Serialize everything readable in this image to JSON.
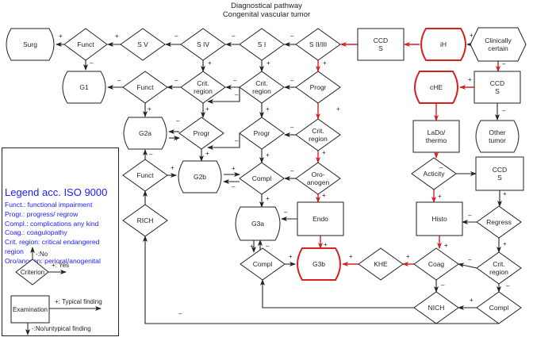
{
  "title": {
    "line1": "Diagnostical pathway",
    "line2": "Congenital vascular tumor"
  },
  "colors": {
    "highlight": "#d62020",
    "line": "#222222",
    "legend_text": "#1a1aff"
  },
  "nodes": {
    "surg": "Surg",
    "funct_top": "Funct",
    "s5": "S V",
    "s4": "S IV",
    "s1": "S I",
    "s23": "S II/III",
    "ccd_top": [
      "CCD",
      "S"
    ],
    "ih": "iH",
    "clinically": [
      "Clinically",
      "certain"
    ],
    "g1": "G1",
    "funct_mid": "Funct",
    "crit_s4": [
      "Crit.",
      "region"
    ],
    "crit_s1": [
      "Crit.",
      "region"
    ],
    "progr_s23": "Progr",
    "che": "cHE",
    "ccd_mid": [
      "CCD",
      "S"
    ],
    "g2a": "G2a",
    "progr_s4": "Progr",
    "progr_s1": "Progr",
    "crit_s23": [
      "Crit.",
      "region"
    ],
    "lado": [
      "LaDo/",
      "thermo"
    ],
    "other": [
      "Other",
      "tumor"
    ],
    "funct_low": "Funct",
    "g2b": "G2b",
    "compl_s1": "Compl",
    "oroanogen": [
      "Oro-",
      "anogen"
    ],
    "activity": "Acticity",
    "ccd_low": [
      "CCD",
      "S"
    ],
    "rich": "RICH",
    "g3a": "G3a",
    "endo": "Endo",
    "histo": "Histo",
    "regress": "Regress",
    "compl_g3": "Compl",
    "g3b": "G3b",
    "khe": "KHE",
    "coag": "Coag",
    "crit_right": [
      "Crit.",
      "region"
    ],
    "nich": "NICH",
    "compl_right": "Compl"
  },
  "legend": {
    "title": "Legend acc. ISO 9000",
    "items": [
      "Funct.: functional impairment",
      "Progr.: progress/ regrow",
      "Compl.: complications any kind",
      "Coag.: coagulopathy",
      "Crit. region: critical endangered region",
      "Oro/anogen: perioral/anogenital"
    ],
    "criterion": "Criterion",
    "criterion_no": "-:No",
    "criterion_yes": "+: Yes",
    "examination": "Examination",
    "exam_yes": "+: Typical finding",
    "exam_no": "-:No/untypical finding"
  },
  "signs": {
    "plus": "+",
    "minus": "–"
  }
}
